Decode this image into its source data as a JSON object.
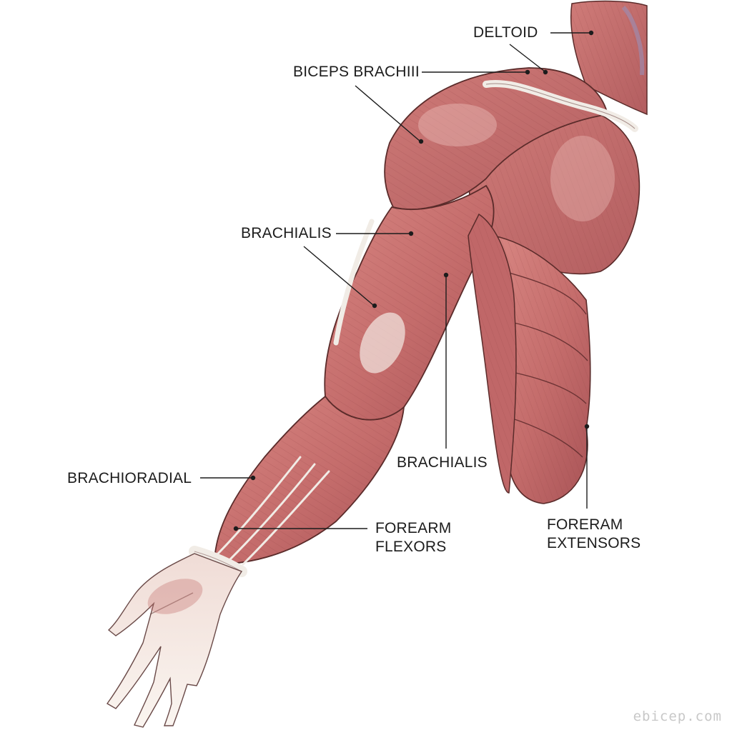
{
  "labels": {
    "deltoid": "DELTOID",
    "biceps": "BICEPS BRACHIII",
    "brachialis_upper": "BRACHIALIS",
    "brachialis_lower": "BRACHIALIS",
    "brachioradial": "BRACHIORADIAL",
    "forearm_flexors_1": "FOREARM",
    "forearm_flexors_2": "FLEXORS",
    "forearm_extensors_1": "FORERAM",
    "forearm_extensors_2": "EXTENSORS"
  },
  "watermark": "ebicep.com",
  "colors": {
    "muscle": "#c9716f",
    "muscle_dark": "#a4494b",
    "muscle_light": "#e3a7a3",
    "tendon": "#f1ece6",
    "outline": "#5a2b2a",
    "leader": "#1c1c1c"
  }
}
